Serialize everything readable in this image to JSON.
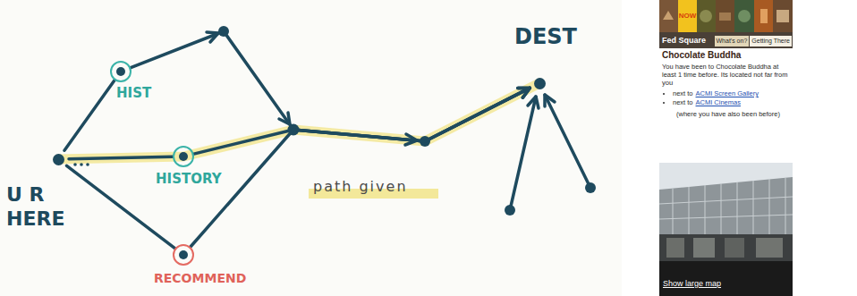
{
  "diagram": {
    "nodes": [
      {
        "text": [
          "U R HERE"
        ]
      },
      {
        "text": [
          "HIST"
        ]
      },
      {
        "text": [
          "HISTORY"
        ]
      },
      {
        "text": [
          "RECOMMEND"
        ]
      },
      {
        "text": [
          "DEST"
        ]
      },
      {
        "text": [
          "What's on?"
        ]
      },
      {
        "text": [
          "Getting There"
        ]
      }
    ],
    "edges": [
      {
        "from": 0,
        "to": 1,
        "arrow": "none"
      },
      {
        "from": 0,
        "to": 2,
        "arrow": "none"
      },
      {
        "from": 0,
        "to": 3,
        "arrow": "none"
      },
      {
        "from": 1,
        "to": 4,
        "arrow": "to"
      },
      {
        "from": 2,
        "to": 4,
        "arrow": "to"
      },
      {
        "from": 3,
        "to": 4,
        "arrow": "to"
      }
    ],
    "labels": [
      "path given",
      "NOW",
      "Fed Square",
      "Chocolate Buddha",
      "You have been to Chocolate Buddha at least 1 time before. Its located not far from you",
      "next to",
      "ACMI Screen Gallery",
      "next to",
      "ACMI Cinemas",
      "(where you have also been before)",
      "Show large map"
    ]
  }
}
